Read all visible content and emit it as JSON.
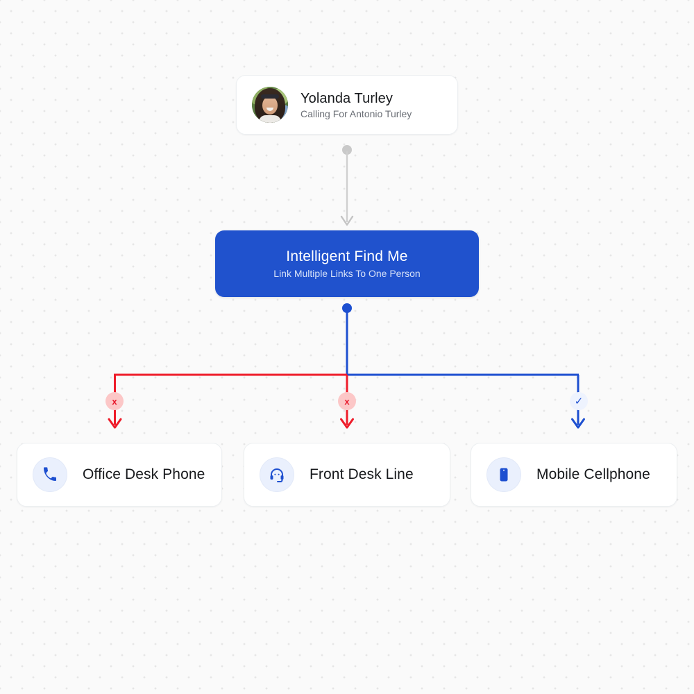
{
  "canvas": {
    "background_color": "#fafafa",
    "dot_color": "#e6e6e6"
  },
  "caller": {
    "name": "Yolanda Turley",
    "subtitle": "Calling For Antonio Turley",
    "avatar_alt": "avatar"
  },
  "connector_top": {
    "color": "#c4c4c4",
    "icon": "arrow-down-icon"
  },
  "node": {
    "title": "Intelligent Find Me",
    "subtitle": "Link Multiple Links To One Person",
    "color": "#2052cd",
    "subtitle_color": "#d5e0f7"
  },
  "branch_colors": {
    "rejected": "#ee1c2a",
    "accepted": "#1d4fd0"
  },
  "destinations": [
    {
      "label": "Office Desk Phone",
      "icon": "phone-handset-icon",
      "status": "rejected",
      "badge_glyph": "x",
      "line_color": "#ee1c2a"
    },
    {
      "label": "Front Desk Line",
      "icon": "headset-icon",
      "status": "rejected",
      "badge_glyph": "x",
      "line_color": "#ee1c2a"
    },
    {
      "label": "Mobile Cellphone",
      "icon": "mobile-phone-icon",
      "status": "accepted",
      "badge_glyph": "✓",
      "line_color": "#1d4fd0"
    }
  ]
}
